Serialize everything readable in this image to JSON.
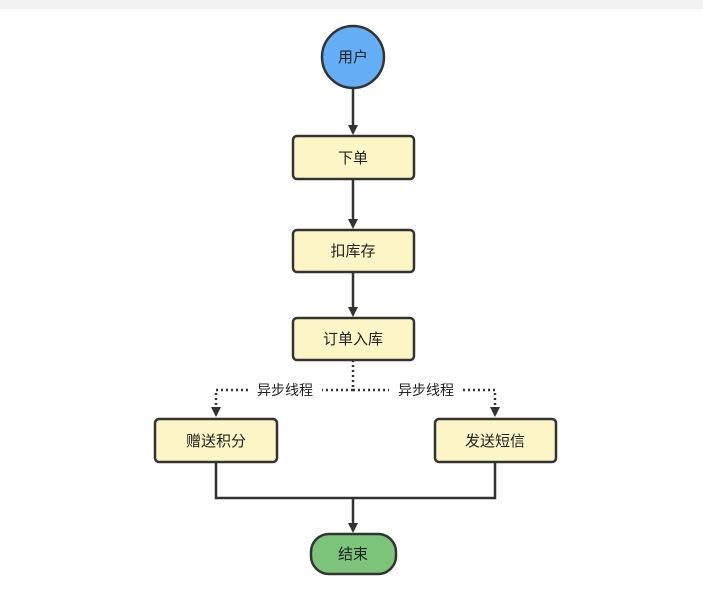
{
  "diagram": {
    "nodes": {
      "user": {
        "label": "用户",
        "fill": "#63aef5"
      },
      "place_order": {
        "label": "下单",
        "fill": "#fcf5c5"
      },
      "deduct_stock": {
        "label": "扣库存",
        "fill": "#fcf5c5"
      },
      "order_save": {
        "label": "订单入库",
        "fill": "#fcf5c5"
      },
      "give_points": {
        "label": "赠送积分",
        "fill": "#fcf5c5"
      },
      "send_sms": {
        "label": "发送短信",
        "fill": "#fcf5c5"
      },
      "end": {
        "label": "结束",
        "fill": "#7bc47a"
      }
    },
    "edges": {
      "async_left_label": "异步线程",
      "async_right_label": "异步线程"
    },
    "stroke_color": "#333333"
  }
}
